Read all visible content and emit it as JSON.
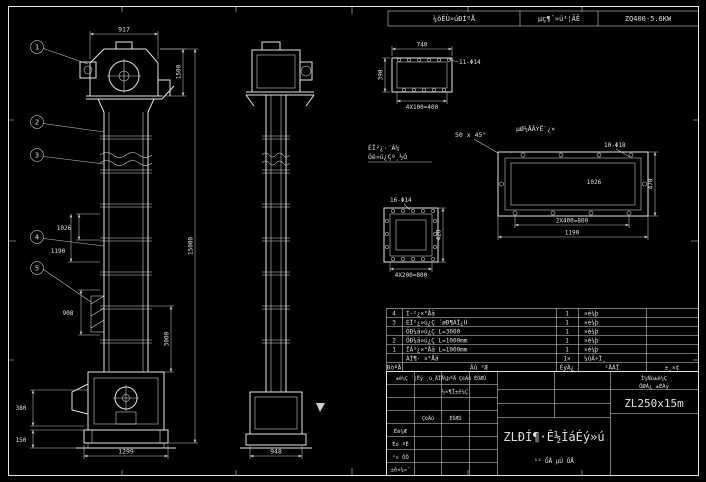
{
  "colors": {
    "background": "#000000",
    "line": "#e6e6e6",
    "dim_line": "#c9c9c9",
    "text": "#e0e0e0"
  },
  "top_strip": {
    "cell1": "¼õËÙ»úÐÍºÅ",
    "cell2": "µç¶¯»ú¹¦ÂÊ",
    "cell3": "ZQ400-5.6KW"
  },
  "front_view": {
    "balloon_1": "1",
    "balloon_2": "2",
    "balloon_3": "3",
    "balloon_4": "4",
    "balloon_5": "5",
    "dim_top_width": "917",
    "dim_head_height": "1500",
    "dim_total_height": "15000",
    "dim_section_a": "1026",
    "dim_section_b": "1190",
    "dim_section_c": "908",
    "dim_lower_section": "3000",
    "dim_boot_height": "380",
    "dim_base_height": "150",
    "dim_base_width": "1299"
  },
  "side_view": {
    "dim_base_width": "948"
  },
  "detail_a": {
    "dim_width": "740",
    "dim_height": "390",
    "holes_note": "11-Φ14",
    "dim_pitch": "4X100=400"
  },
  "notes": {
    "line1": "ÉÏ²¿·¨À¼",
    "line2": "Óë»ú¿Çº¸½Ó",
    "chamfer": "50 x 45°",
    "plate_label": "µØ½ÅÂÝË¨¿×",
    "holes_note_b": "10-Φ18"
  },
  "detail_b": {
    "dim_inner": "1026",
    "dim_pitch": "2X400=800",
    "dim_length": "1190",
    "dim_height": "470"
  },
  "detail_c": {
    "holes_note": "16-Φ14",
    "dim_pitch": "4X200=800",
    "dim_height": "420"
  },
  "parts_list": {
    "rows": [
      {
        "no": "4",
        "name": "Í·²¿×°Åä",
        "qty": "1",
        "mat": "×é¼þ"
      },
      {
        "no": "3",
        "name": "ÉÏ²¿»ú¿Ç ´øÐ¶ÁÏ¿Ú",
        "qty": "1",
        "mat": "×é¼þ"
      },
      {
        "no": "",
        "name": "ÖÐ¼ä»ú¿Ç L=3000",
        "qty": "1",
        "mat": "×é¼þ"
      },
      {
        "no": "2",
        "name": "ÖÐ¼ä»ú¿Ç L=1000mm",
        "qty": "1",
        "mat": "×é¼þ"
      },
      {
        "no": "1",
        "name": "ÏÂ²¿×°Åä L=1000mm",
        "qty": "1",
        "mat": "×é¼þ"
      },
      {
        "no": "",
        "name": "ÁÏ¶· ×°Åä",
        "qty": "1×",
        "mat": "¼ûÃ÷Ï¸"
      }
    ],
    "header": {
      "no": "ÐòºÅ",
      "name": "Ãû  ³Æ",
      "qty": "ÊýÁ¿",
      "mat": "²ÄÁÏ",
      "remark": "±¸×¢"
    }
  },
  "title_block": {
    "revision_header": "±ê¼Ç ´¦Êý ¸ü¸ÄÎÄ¼þºÅ Ç©Ãû ÈÕÆÚ",
    "stage_label": "½×¶Î±ê¼Ç",
    "sign_col": "Ç©Ãû",
    "date_col": "ÈÕÆÚ",
    "row_design": "Éè¼Æ",
    "row_check": "Éó ºË",
    "row_process": "¹¤ ÒÕ",
    "row_standard": "±ê×¼»¯",
    "note1": "Í¼Ñù±ê¼Ç",
    "note2": "ÖØÁ¿  ±ÈÀý",
    "model": "ZL250x15m",
    "title": "ZLÐÍ¶·Ê½ÌáÉý»ú",
    "sheet": "¹² ÕÅ  µÚ ÕÅ"
  }
}
